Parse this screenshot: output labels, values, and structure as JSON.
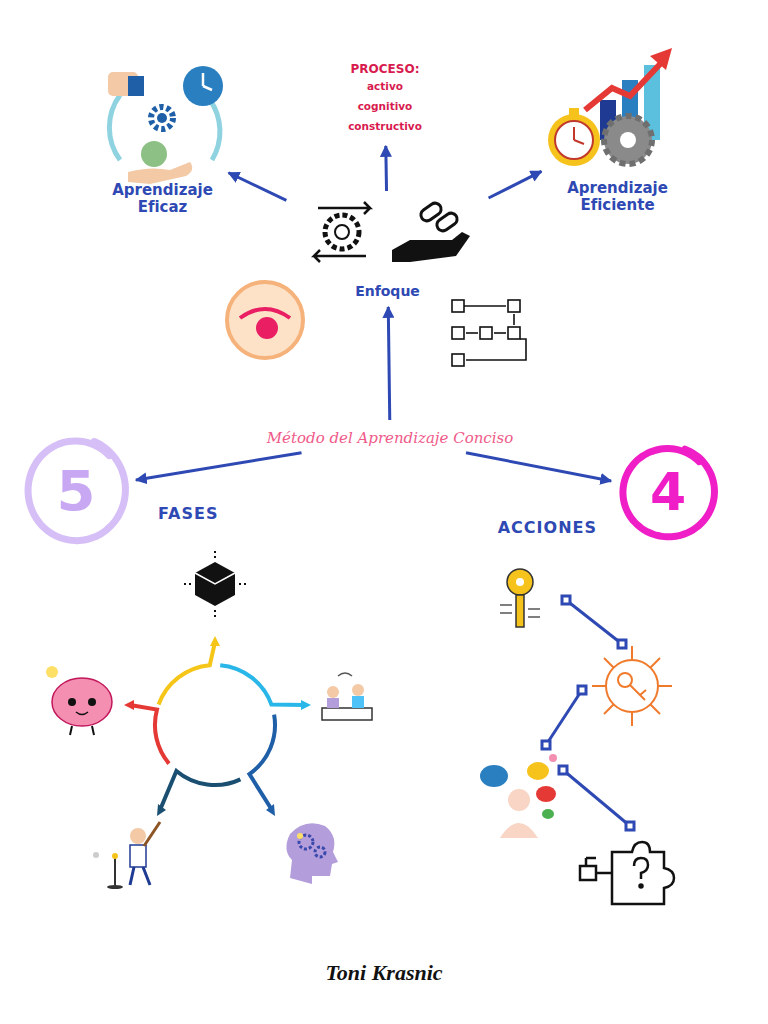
{
  "diagram": {
    "nodes": [
      {
        "text": [
          "PROCESO:",
          "activo cognitivo constructivo"
        ]
      },
      {
        "text": [
          "Aprendizaje Eficaz"
        ]
      },
      {
        "text": [
          "Aprendizaje Eficiente"
        ]
      },
      {
        "text": [
          "Enfoque"
        ]
      },
      {
        "text": [
          "Método del Aprendizaje Conciso"
        ]
      },
      {
        "text": [
          "5",
          "FASES"
        ]
      },
      {
        "text": [
          "4",
          "ACCIONES"
        ]
      }
    ],
    "edges": [
      {
        "from": 4,
        "to": 3,
        "arrow": "to"
      },
      {
        "from": 3,
        "to": 1,
        "arrow": "to"
      },
      {
        "from": 3,
        "to": 0,
        "arrow": "to"
      },
      {
        "from": 3,
        "to": 2,
        "arrow": "to"
      },
      {
        "from": 4,
        "to": 5,
        "arrow": "to"
      },
      {
        "from": 4,
        "to": 6,
        "arrow": "to"
      }
    ],
    "labels": [
      "Toni Krasnic"
    ]
  }
}
